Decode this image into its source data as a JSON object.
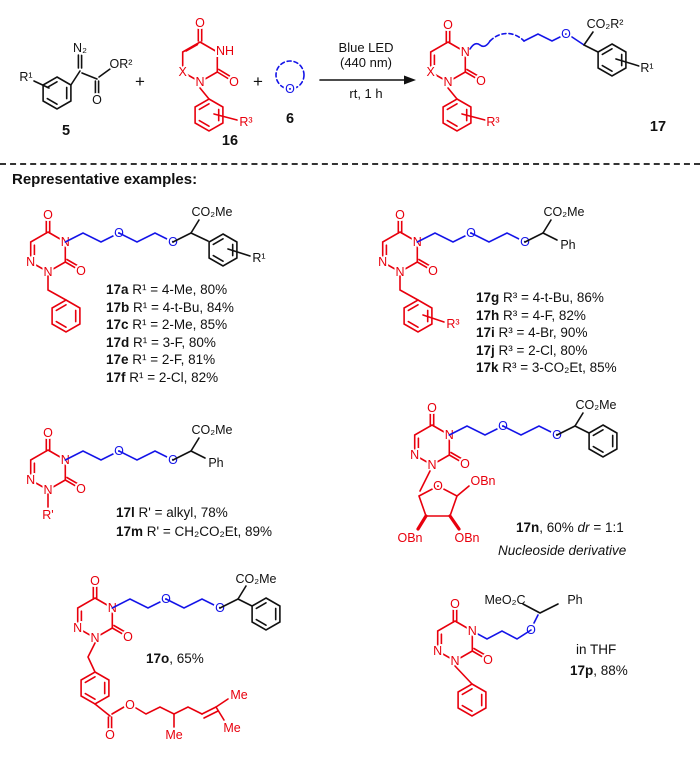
{
  "colors": {
    "red": "#e8000d",
    "blue": "#1414e8",
    "black": "#111111"
  },
  "atoms": {
    "N": "N",
    "O": "O",
    "NH": "NH",
    "X": "X"
  },
  "labels": {
    "n2": "N₂",
    "r1": "R¹",
    "or2": "OR²",
    "co2r2": "CO₂R²",
    "r3": "R³",
    "rp": "R'",
    "co2me": "CO₂Me",
    "ph": "Ph",
    "meo2c": "MeO₂C",
    "me": "Me",
    "obn": "OBn"
  },
  "scheme": {
    "compound5": "5",
    "compound16": "16",
    "compound6": "6",
    "compound17": "17",
    "plus": "+",
    "conditions": {
      "line1": "Blue LED",
      "line2": "(440 nm)",
      "line3": "rt, 1 h"
    }
  },
  "header": {
    "representative": "Representative examples:"
  },
  "examples_a": {
    "lines": [
      {
        "id": "17a",
        "desc": " R¹ = 4-Me, 80%"
      },
      {
        "id": "17b",
        "desc": " R¹ = 4-t-Bu, 84%"
      },
      {
        "id": "17c",
        "desc": " R¹ = 2-Me, 85%"
      },
      {
        "id": "17d",
        "desc": " R¹ = 3-F, 80%"
      },
      {
        "id": "17e",
        "desc": " R¹ = 2-F, 81%"
      },
      {
        "id": "17f",
        "desc": " R¹ = 2-Cl, 82%"
      }
    ]
  },
  "examples_b": {
    "lines": [
      {
        "id": "17g",
        "desc": " R³ = 4-t-Bu, 86%"
      },
      {
        "id": "17h",
        "desc": " R³ = 4-F, 82%"
      },
      {
        "id": "17i",
        "desc": " R³ = 4-Br, 90%"
      },
      {
        "id": "17j",
        "desc": " R³ = 2-Cl, 80%"
      },
      {
        "id": "17k",
        "desc": " R³ = 3-CO₂Et, 85%"
      }
    ]
  },
  "examples_c": {
    "lines": [
      {
        "id": "17l",
        "desc": " R' = alkyl, 78%"
      },
      {
        "id": "17m",
        "desc": " R' = CH₂CO₂Et, 89%"
      }
    ]
  },
  "example_n": {
    "id": "17n",
    "mid": ", 60% ",
    "dr_label": "dr",
    "tail": " = 1:1",
    "note": "Nucleoside derivative"
  },
  "example_o": {
    "id": "17o",
    "desc": ", 65%"
  },
  "example_p": {
    "id": "17p",
    "desc": ", 88%",
    "solvent": "in THF"
  }
}
